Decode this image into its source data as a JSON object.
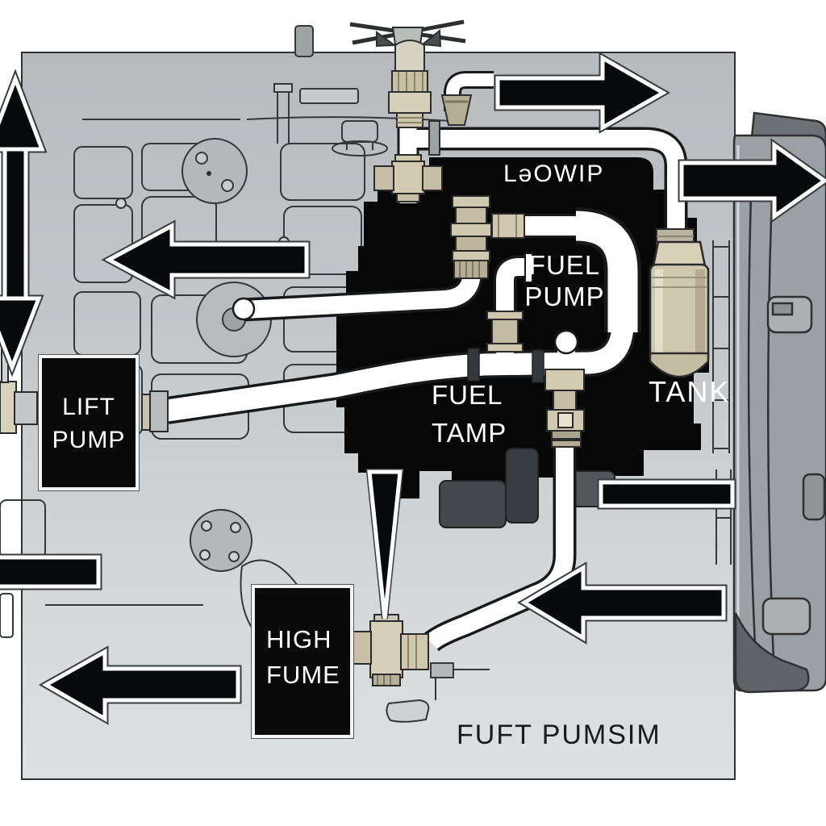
{
  "labels": {
    "lowip": "LəOWIP",
    "fuel_pump": {
      "line1": "FUEL",
      "line2": "PUMP"
    },
    "fuel_tamp": {
      "line1": "FUEL",
      "line2": "TAMP"
    },
    "tank": "TANK",
    "caption": "FUFT PUMSIM"
  },
  "boxes": {
    "lift_pump": {
      "line1": "LIFT",
      "line2": "PUMP"
    },
    "high_fume": {
      "line1": "HIGH",
      "line2": "FUME"
    }
  },
  "icons": {
    "arrows": [
      "flow-arrow-up-down",
      "flow-arrow-right-top",
      "flow-arrow-right-edge",
      "flow-arrow-left-mid",
      "flow-bar-left",
      "flow-arrow-left-bottom",
      "flow-arrow-left-midright",
      "flow-bar-right",
      "flow-wedge-down"
    ]
  },
  "colors": {
    "background": "#ffffff",
    "panel": "#c2c6c9",
    "silhouette": "#0a0a0a",
    "pipe": "#ffffff",
    "pipe_outline": "#17191b",
    "brass": "#cfc8ae",
    "filter_body": "#d2cbb2",
    "engine_gray": "#9aa0a3",
    "arrow_black": "#0a0a0a",
    "arrow_outline": "#fbfbfb"
  }
}
